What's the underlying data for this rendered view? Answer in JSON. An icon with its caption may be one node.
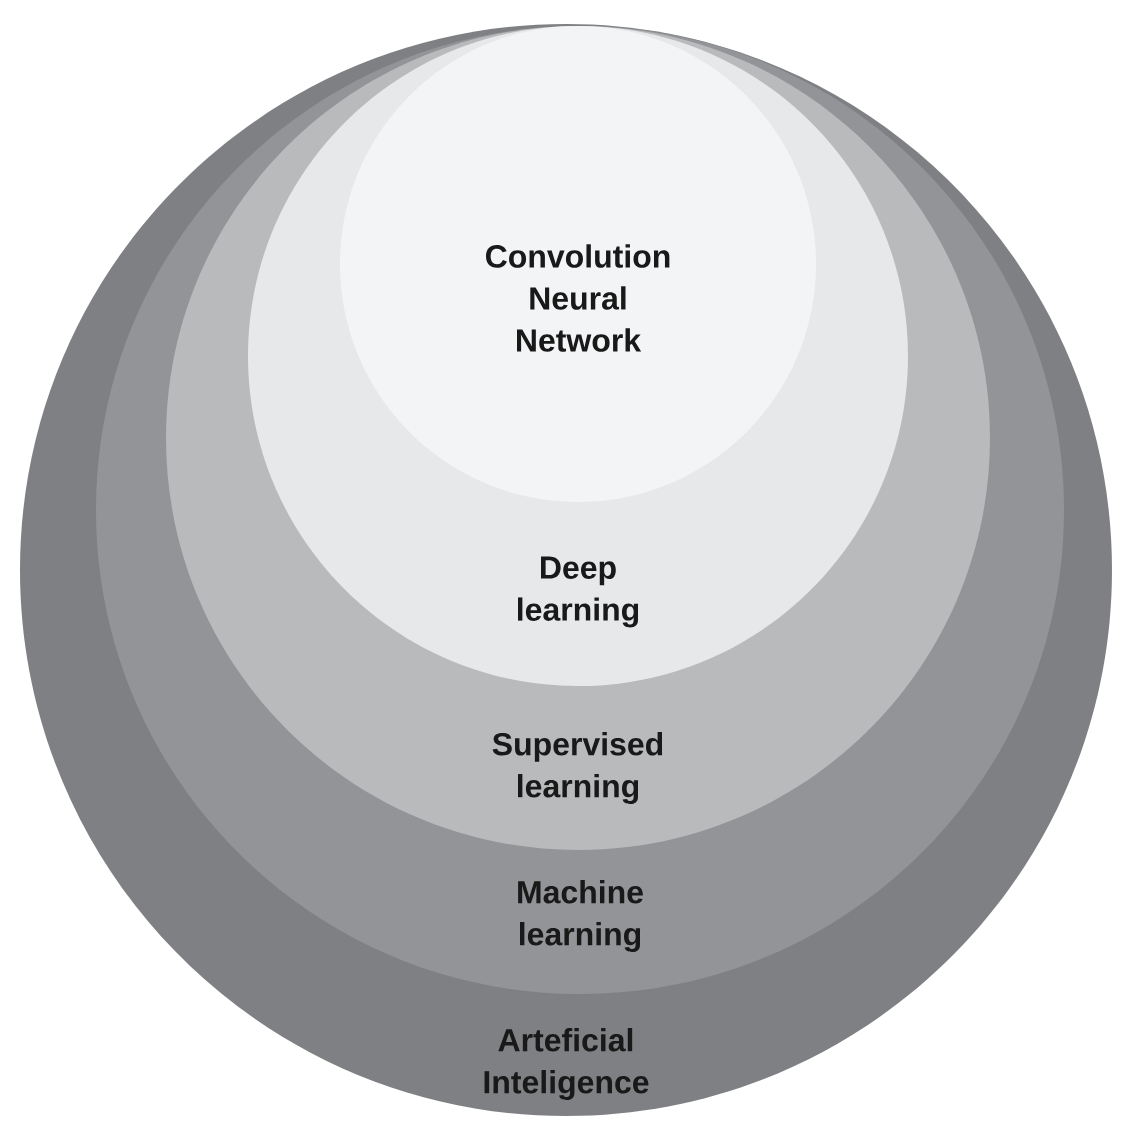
{
  "diagram": {
    "nodes": [
      {
        "text": [
          "Arteficial Inteligence"
        ]
      },
      {
        "text": [
          "Machine learning"
        ],
        "in": 0
      },
      {
        "text": [
          "Supervised learning"
        ],
        "in": 1
      },
      {
        "text": [
          "Deep learning"
        ],
        "in": 2
      },
      {
        "text": [
          "Convolution Neural Network"
        ],
        "in": 3
      }
    ]
  }
}
